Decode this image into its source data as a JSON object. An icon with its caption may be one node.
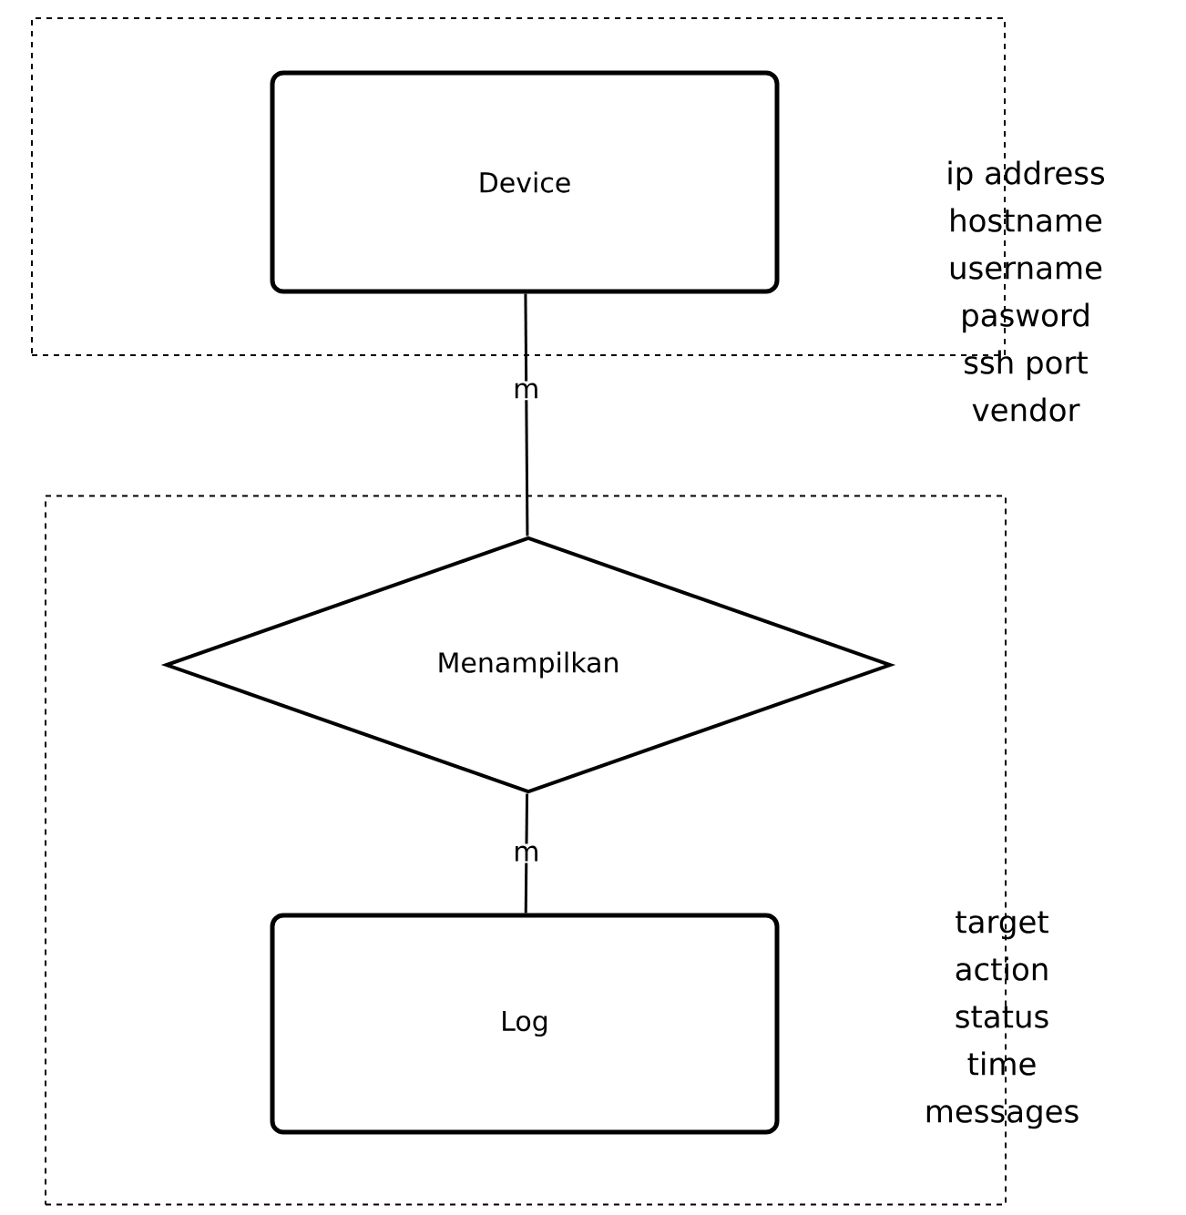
{
  "diagram": {
    "nodes": [
      {
        "text": [],
        "shape": "box"
      },
      {
        "text": [
          "Device"
        ],
        "in": 0,
        "beside": [
          "ip address",
          "hostname",
          "username",
          "pasword",
          "ssh port",
          "vendor"
        ]
      },
      {
        "text": [],
        "shape": "box"
      },
      {
        "text": [
          "Menampilkan"
        ],
        "in": 2
      },
      {
        "text": [
          "Log"
        ],
        "in": 2,
        "beside": [
          "target",
          "action",
          "status",
          "time",
          "messages"
        ]
      }
    ],
    "edges": [
      {
        "from": 1,
        "to": 3,
        "arrow": "none",
        "label": "m"
      },
      {
        "from": 3,
        "to": 4,
        "arrow": "none",
        "label": "m"
      }
    ]
  }
}
